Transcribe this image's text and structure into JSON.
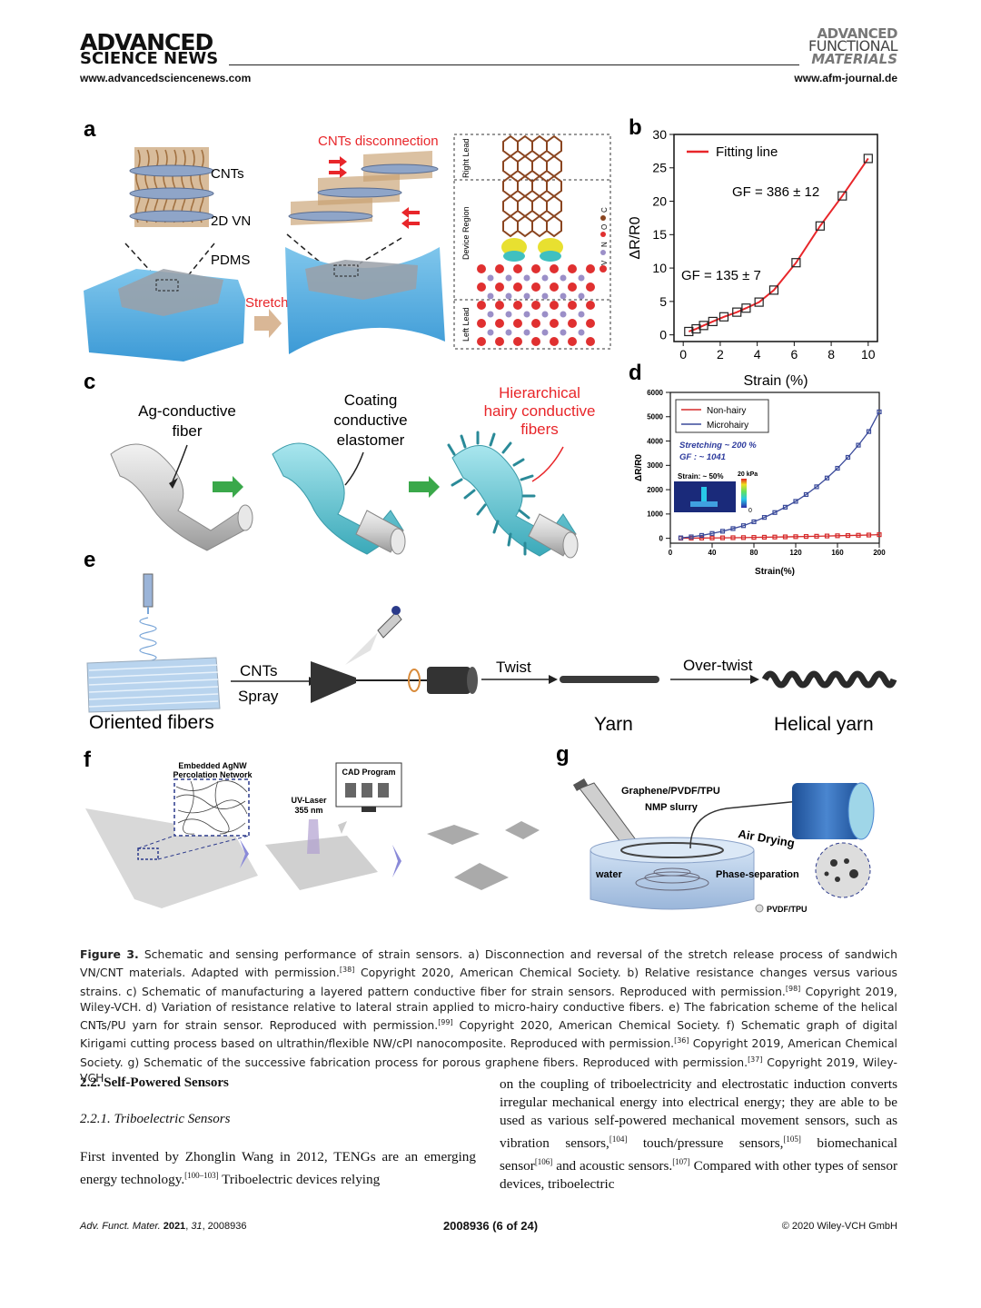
{
  "header": {
    "journal_left_line1": "ADVANCED",
    "journal_left_line2": "SCIENCE NEWS",
    "url_left": "www.advancedsciencenews.com",
    "afm_line1": "ADVANCED",
    "afm_line2": "FUNCTIONAL",
    "afm_line3": "MATERIALS",
    "url_right": "www.afm-journal.de"
  },
  "figure": {
    "panel_labels": [
      "a",
      "b",
      "c",
      "d",
      "e",
      "f",
      "g"
    ],
    "a": {
      "cnts_disconnection": "CNTs disconnection",
      "cnts": "CNTs",
      "vn": "2D VN",
      "pdms": "PDMS",
      "stretch": "Stretch",
      "right_lead": "Right Lead",
      "device_region": "Device Region",
      "left_lead": "Left Lead",
      "atoms": [
        "V",
        "N",
        "O",
        "C"
      ]
    },
    "c": {
      "step1": [
        "Ag-conductive",
        "fiber"
      ],
      "step2": [
        "Coating",
        "conductive",
        "elastomer"
      ],
      "step3": [
        "Hierarchical",
        "hairy conductive",
        "fibers"
      ]
    },
    "e": {
      "cnts": "CNTs",
      "spray": "Spray",
      "twist": "Twist",
      "over_twist": "Over-twist",
      "oriented_fibers": "Oriented fibers",
      "yarn": "Yarn",
      "helical_yarn": "Helical yarn"
    },
    "f": {
      "embedded": [
        "Embedded AgNW",
        "Percolation Network"
      ],
      "cad": "CAD Program",
      "uv": [
        "UV-Laser",
        "355 nm"
      ]
    },
    "g": {
      "graphene": "Graphene/PVDF/TPU",
      "nmp": "NMP slurry",
      "air_drying": "Air Drying",
      "water": "water",
      "phase_sep": "Phase-separation",
      "legend": "PVDF/TPU"
    }
  },
  "chart_data": [
    {
      "panel": "b",
      "type": "line",
      "xlabel": "Strain (%)",
      "ylabel": "ΔR/R0",
      "xlim": [
        -0.5,
        10.5
      ],
      "ylim": [
        -1,
        30
      ],
      "xticks": [
        0,
        2,
        4,
        6,
        8,
        10
      ],
      "yticks": [
        0,
        5,
        10,
        15,
        20,
        25,
        30
      ],
      "legend": "top-left",
      "series": [
        {
          "name": "Fitting line",
          "color": "#e8262a",
          "x": [
            0.3,
            0.7,
            1.1,
            1.6,
            2.2,
            2.9,
            3.4,
            4.1,
            4.9,
            6.1,
            7.4,
            8.6,
            10.0
          ],
          "values": [
            0.5,
            0.9,
            1.4,
            2.0,
            2.7,
            3.4,
            4.0,
            4.9,
            6.7,
            10.8,
            16.3,
            20.8,
            26.4
          ]
        }
      ],
      "annotations": [
        "GF = 386 ± 12",
        "GF = 135 ± 7"
      ]
    },
    {
      "panel": "d",
      "type": "line",
      "xlabel": "Strain(%)",
      "ylabel": "ΔR/R0",
      "xlim": [
        0,
        200
      ],
      "ylim": [
        -200,
        6000
      ],
      "xticks": [
        0,
        40,
        80,
        120,
        160,
        200
      ],
      "yticks": [
        0,
        1000,
        2000,
        3000,
        4000,
        5000,
        6000
      ],
      "legend": "top-left",
      "series": [
        {
          "name": "Non-hairy",
          "color": "#d62a2a",
          "x": [
            10,
            20,
            30,
            40,
            50,
            60,
            70,
            80,
            90,
            100,
            110,
            120,
            130,
            140,
            150,
            160,
            170,
            180,
            190,
            200
          ],
          "values": [
            5,
            8,
            12,
            15,
            20,
            25,
            30,
            38,
            45,
            52,
            60,
            68,
            76,
            85,
            95,
            105,
            115,
            125,
            135,
            150
          ]
        },
        {
          "name": "Microhairy",
          "color": "#3a4a9a",
          "x": [
            10,
            20,
            30,
            40,
            50,
            60,
            70,
            80,
            90,
            100,
            110,
            120,
            130,
            140,
            150,
            160,
            170,
            180,
            190,
            200
          ],
          "values": [
            20,
            60,
            120,
            200,
            290,
            400,
            520,
            680,
            860,
            1060,
            1280,
            1520,
            1800,
            2120,
            2480,
            2880,
            3330,
            3830,
            4390,
            5200
          ]
        }
      ],
      "annotations": [
        "Stretching ~ 200 %",
        "GF : ~ 1041",
        "Strain: ~ 50%",
        "20 kPa",
        "0"
      ]
    }
  ],
  "caption": {
    "label": "Figure 3.",
    "text_1": "Schematic and sensing performance of strain sensors. a) Disconnection and reversal of the stretch release process of sandwich VN/CNT materials. Adapted with permission.",
    "ref_1": "[38]",
    "text_2": " Copyright 2020, American Chemical Society. b) Relative resistance changes versus various strains. c) Schematic of manufacturing a layered pattern conductive fiber for strain sensors. Reproduced with permission.",
    "ref_2": "[98]",
    "text_3": " Copyright 2019, Wiley-VCH. d) Variation of resistance relative to lateral strain applied to micro-hairy conductive fibers. e) The fabrication scheme of the helical CNTs/PU yarn for strain sensor. Reproduced with permission.",
    "ref_3": "[99]",
    "text_4": " Copyright 2020, American Chemical Society. f) Schematic graph of digital Kirigami cutting process based on ultrathin/flexible NW/cPI nanocomposite. Reproduced with permission.",
    "ref_4": "[36]",
    "text_5": " Copyright 2019, American Chemical Society. g) Schematic of the successive fabrication process for porous graphene fibers. Reproduced with permission.",
    "ref_5": "[37]",
    "text_6": " Copyright 2019, Wiley-VCH."
  },
  "body": {
    "section": "2.2. Self-Powered Sensors",
    "subsection": "2.2.1. Triboelectric Sensors",
    "left_1": "First invented by Zhonglin Wang in 2012, TENGs are an emerging energy technology.",
    "left_ref": "[100–103]",
    "left_2": " Triboelectric devices relying",
    "right_1": "on the coupling of triboelectricity and electrostatic induction converts irregular mechanical energy into electrical energy; they are able to be used as various self-powered mechanical movement sensors, such as vibration sensors,",
    "right_ref1": "[104]",
    "right_2": " touch/pressure sensors,",
    "right_ref2": "[105]",
    "right_3": " biomechanical sensor",
    "right_ref3": "[106]",
    "right_4": " and acoustic sensors.",
    "right_ref4": "[107]",
    "right_5": " Compared with other types of sensor devices, triboelectric"
  },
  "footer": {
    "citation_journal": "Adv. Funct. Mater.",
    "citation_year": "2021",
    "citation_vol": "31",
    "citation_id": ", 2008936",
    "page": "2008936  (6 of 24)",
    "copyright": "© 2020 Wiley-VCH GmbH"
  }
}
